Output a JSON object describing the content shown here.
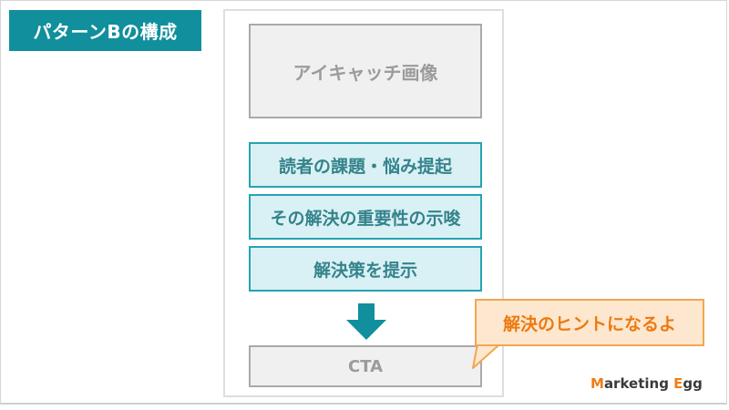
{
  "title_badge": "パターンBの構成",
  "eyecatch_label": "アイキャッチ画像",
  "sections": [
    "読者の課題・悩み提起",
    "その解決の重要性の示唆",
    "解決策を提示"
  ],
  "cta_label": "CTA",
  "callout_text": "解決のヒントになるよ",
  "brand": {
    "first_initial": "M",
    "first_rest": "arketing ",
    "second_initial": "E",
    "second_rest": "gg"
  },
  "colors": {
    "teal": "#118f9c",
    "section_fill": "#d9f1f4",
    "section_border": "#26a3b1",
    "orange": "#ec7a12",
    "callout_fill": "#fde7ce",
    "gray_box": "#f0f0f0"
  }
}
